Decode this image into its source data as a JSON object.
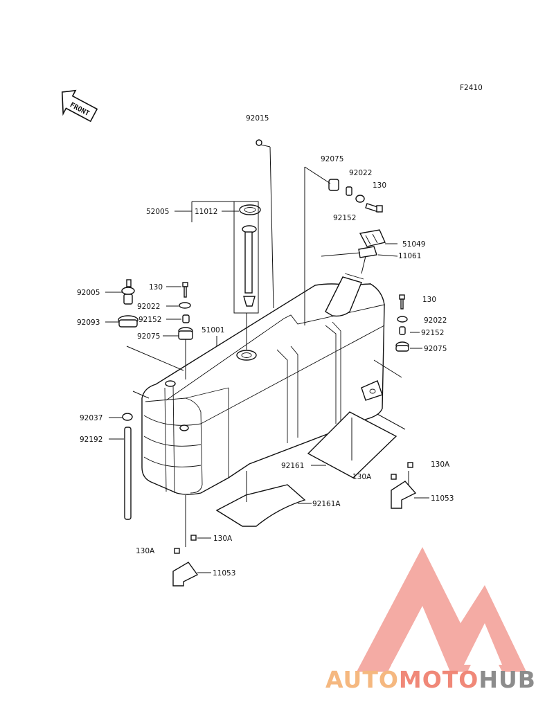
{
  "figure_code": "F2410",
  "front_arrow_text": "FRONT",
  "labels": {
    "l92015": "92015",
    "l92075_top": "92075",
    "l92022_top": "92022",
    "l130_top": "130",
    "l92152_top": "92152",
    "l52005": "52005",
    "l11012": "11012",
    "l51049": "51049",
    "l11061": "11061",
    "l92005": "92005",
    "l130_left": "130",
    "l92022_left": "92022",
    "l92093": "92093",
    "l92152_left": "92152",
    "l92075_left": "92075",
    "l51001": "51001",
    "l130_right": "130",
    "l92022_right": "92022",
    "l92152_right": "92152",
    "l92075_right": "92075",
    "l92037": "92037",
    "l92192": "92192",
    "l92161": "92161",
    "l130A_mid": "130A",
    "l130A_right": "130A",
    "l11053_right": "11053",
    "l92161A": "92161A",
    "l130A_bottom": "130A",
    "l130A_left": "130A",
    "l11053_left": "11053"
  },
  "watermark": {
    "part1": "AUTO",
    "part2": "MOTO",
    "part3": "HUB",
    "colors": {
      "part1": "#f5b880",
      "part2": "#f08878",
      "part3": "#8c8c8c",
      "triangle": "#f3a29a"
    }
  }
}
